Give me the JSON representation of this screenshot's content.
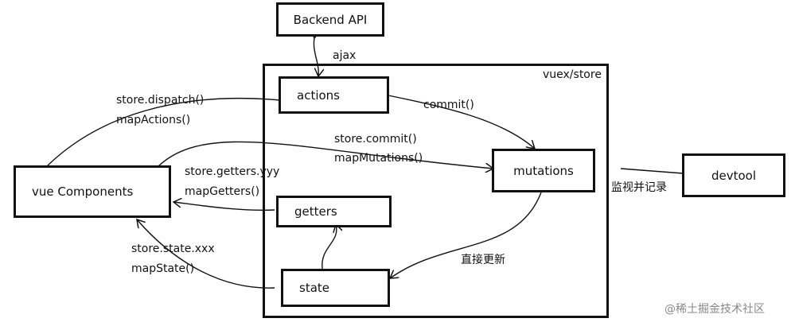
{
  "nodes": {
    "backend_api": "Backend API",
    "container_label": "vuex/store",
    "actions": "actions",
    "mutations": "mutations",
    "getters": "getters",
    "state": "state",
    "vue_components": "vue Components",
    "devtool": "devtool"
  },
  "edges": {
    "ajax": "ajax",
    "commit": "commit()",
    "dispatch": "store.dispatch()",
    "map_actions": "mapActions()",
    "store_commit": "store.commit()",
    "map_mutations": "mapMutations()",
    "store_getters": "store.getters.yyy",
    "map_getters": "mapGetters()",
    "store_state": "store.state.xxx",
    "map_state": "mapState()",
    "monitor": "监视并记录",
    "direct_update": "直接更新"
  },
  "watermark": "@稀土掘金技术社区"
}
